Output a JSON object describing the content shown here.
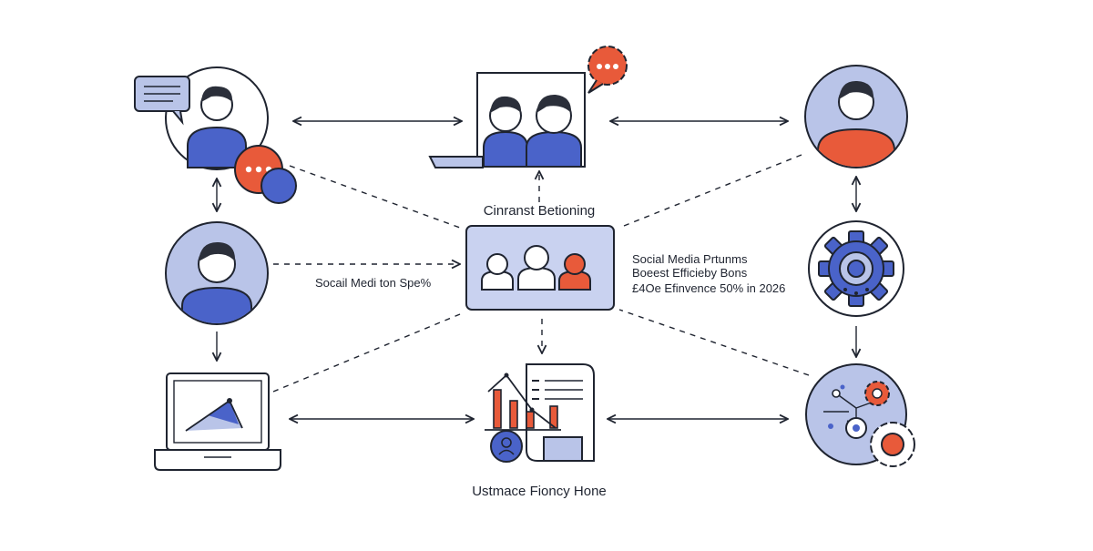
{
  "diagram": {
    "center_title": "Cinranst Betioning",
    "bottom_title": "Ustmace Fioncy Hone",
    "left_label": "Socail Medi ton Spe%",
    "right_lines": [
      "Social Media Prtunms",
      "Boeest Efficieby Bons",
      "£4Oe Efinvence 50% in 2026"
    ]
  },
  "colors": {
    "stroke": "#1f2430",
    "blue_fill": "#b9c4e8",
    "blue_dark": "#4a63c9",
    "orange": "#e85a3a",
    "orange_light": "#f4a58f",
    "panel": "#c9d2f0"
  },
  "icons": {
    "top_left": "user-chat-icon",
    "top_center": "video-call-icon",
    "top_right": "user-avatar-icon",
    "mid_left": "user-profile-icon",
    "center": "team-group-icon",
    "mid_right": "settings-gear-icon",
    "bottom_left": "laptop-chart-icon",
    "bottom_center": "report-analytics-icon",
    "bottom_right": "network-automation-icon"
  }
}
